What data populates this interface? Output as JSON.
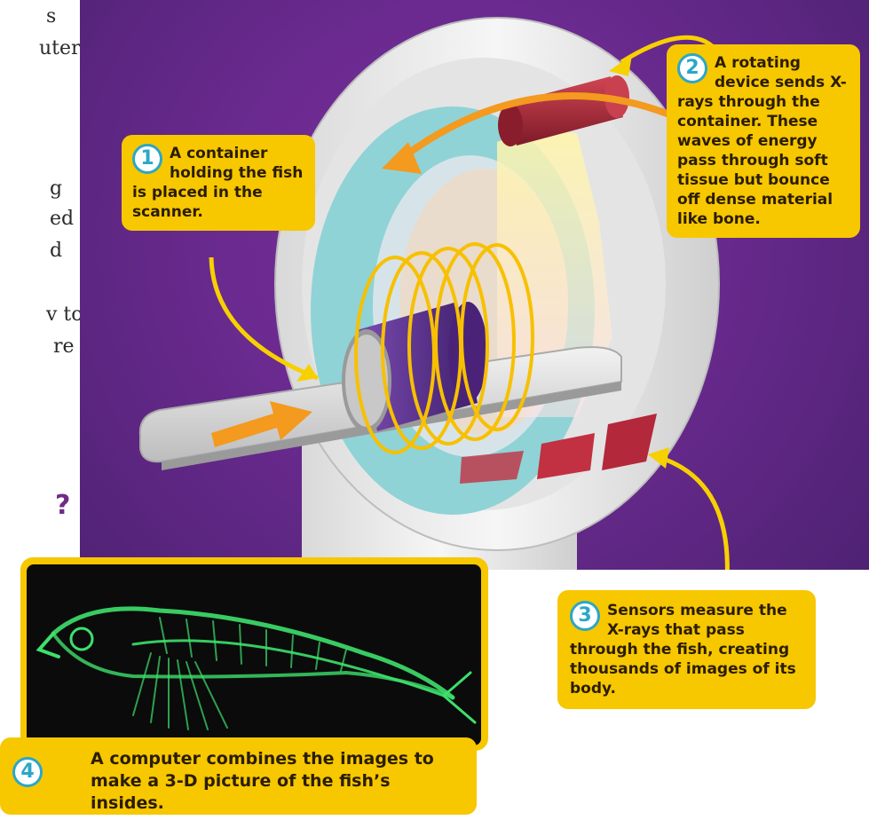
{
  "left_column": {
    "lines": [
      "s",
      "uter",
      "g",
      "ed",
      "d",
      "v to",
      "re"
    ],
    "question_mark": "?"
  },
  "callouts": [
    {
      "number": "1",
      "text": "A container holding the fish is placed in the scanner."
    },
    {
      "number": "2",
      "text": "A rotating device sends X-rays through the container. These waves of energy pass through soft tissue but bounce off dense material like bone."
    },
    {
      "number": "3",
      "text": "Sensors measure the X-rays that pass through the fish, creating thousands of images of its body."
    },
    {
      "number": "4",
      "text": "A computer combines the images to make a 3-D picture of the fish’s insides."
    }
  ],
  "colors": {
    "background_purple": "#6a2a8f",
    "callout_yellow": "#f7c700",
    "number_badge_cyan": "#2ba7c8",
    "arrow_yellow": "#f5d000",
    "arrow_orange": "#f39a1f",
    "xray_tube_red": "#b3283a",
    "ring_cyan": "#8fd3d6",
    "scanner_body": "#eeeeee",
    "container_purple": "#5a2d8f",
    "fish_xray_green": "#3de06b"
  },
  "icons": [
    "x-ray-tube-icon",
    "sensor-plate-icon",
    "fish-skeleton-image",
    "container-cylinder-icon",
    "flow-arrow-icon"
  ]
}
